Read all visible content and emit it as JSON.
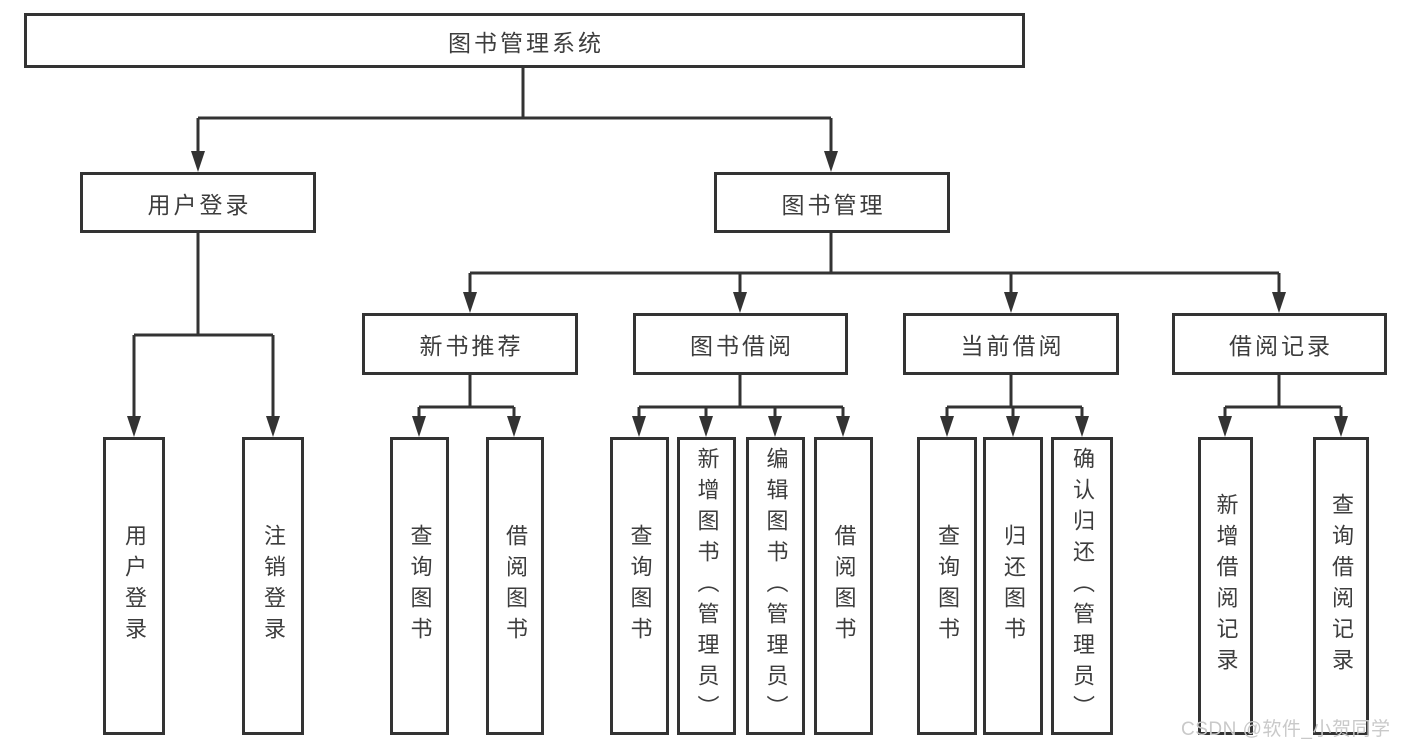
{
  "diagram": {
    "type": "hierarchy",
    "tree": {
      "root": {
        "label": "图书管理系统"
      },
      "branches": [
        {
          "id": "user-login",
          "label": "用户登录",
          "children": [
            {
              "label": "用户登录"
            },
            {
              "label": "注销登录"
            }
          ]
        },
        {
          "id": "book-management",
          "label": "图书管理",
          "sections": [
            {
              "id": "new-book-recommend",
              "label": "新书推荐",
              "children": [
                {
                  "label": "查询图书"
                },
                {
                  "label": "借阅图书"
                }
              ]
            },
            {
              "id": "book-borrow",
              "label": "图书借阅",
              "children": [
                {
                  "label": "查询图书"
                },
                {
                  "label": "新增图书（管理员）"
                },
                {
                  "label": "编辑图书（管理员）"
                },
                {
                  "label": "借阅图书"
                }
              ]
            },
            {
              "id": "current-borrow",
              "label": "当前借阅",
              "children": [
                {
                  "label": "查询图书"
                },
                {
                  "label": "归还图书"
                },
                {
                  "label": "确认归还（管理员）"
                }
              ]
            },
            {
              "id": "borrow-records",
              "label": "借阅记录",
              "children": [
                {
                  "label": "新增借阅记录"
                },
                {
                  "label": "查询借阅记录"
                }
              ]
            }
          ]
        }
      ]
    }
  },
  "watermark": {
    "text": "CSDN @软件_小贺同学"
  },
  "colors": {
    "line": "#333333",
    "border": "#333333",
    "text": "#3d3d3d",
    "background": "#ffffff",
    "watermark": "#c9c9c9"
  }
}
